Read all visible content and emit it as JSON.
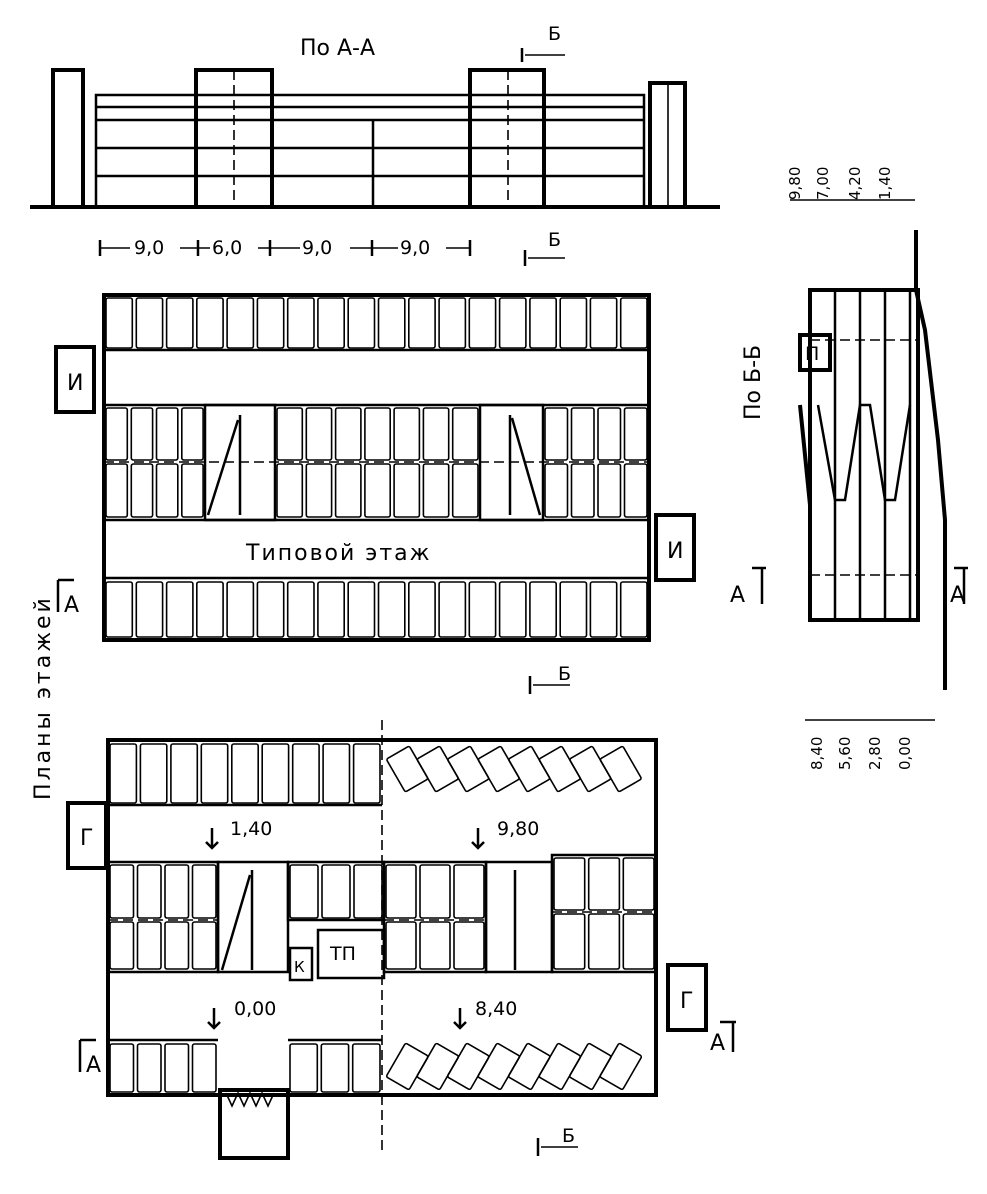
{
  "section_aa": {
    "title": "По А-А",
    "spans": [
      "9,0",
      "6,0",
      "9,0",
      "9,0"
    ],
    "cut_mark": "Б"
  },
  "section_bb": {
    "title": "По Б-Б",
    "levels_top": [
      "9,80",
      "7,00",
      "4,20",
      "1,40"
    ],
    "levels_bottom": [
      "8,40",
      "5,60",
      "2,80",
      "0,00"
    ],
    "marker_left": "П",
    "cut_left": "А",
    "cut_right": "А"
  },
  "plans": {
    "side_label": "Планы этажей",
    "typical": {
      "caption": "Типовой этаж",
      "stair_label": "И",
      "cut_a": "А",
      "cut_b_top": "Б",
      "cut_b_bottom": "Б"
    },
    "ground": {
      "levels": [
        "1,40",
        "9,80",
        "0,00",
        "8,40"
      ],
      "stair_label": "Г",
      "room_k": "К",
      "room_tp": "ТП",
      "cut_a_left": "А",
      "cut_a_right": "А",
      "cut_b": "Б"
    }
  }
}
